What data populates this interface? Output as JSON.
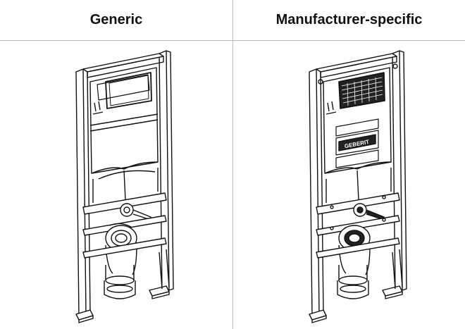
{
  "columns": [
    {
      "label": "Generic"
    },
    {
      "label": "Manufacturer-specific"
    }
  ],
  "logo_text": "GEBERIT",
  "colors": {
    "border": "#bdbdbd",
    "line": "#111111",
    "header_text": "#111111"
  },
  "icons": [
    "generic-installation-frame-drawing",
    "geberit-installation-frame-drawing"
  ]
}
